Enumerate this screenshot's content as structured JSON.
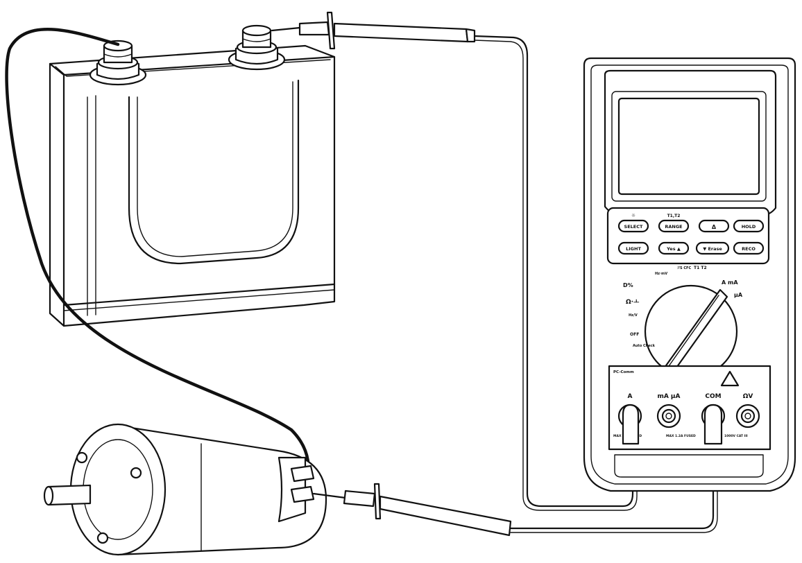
{
  "buttons": {
    "row1": [
      "SELECT",
      "RANGE",
      "Δ",
      "HOLD"
    ],
    "row2": [
      "LIGHT",
      "Yes ▲",
      "▼ Erase",
      "RECO"
    ],
    "above_row1": [
      "☼",
      "T1,T2",
      "",
      ""
    ]
  },
  "dial": {
    "labels": [
      "OFF",
      "Auto Check",
      "Hz/V",
      "Ω·ㅗ",
      "D%",
      "Hz·mV",
      "ℱS CFC",
      "T1 T2",
      "A mA",
      "μA"
    ]
  },
  "jacks": {
    "header": "PC-Comm",
    "labels": [
      "A",
      "mA μA",
      "COM",
      "ΩV"
    ],
    "warnings": [
      "MAX 10A FUSED",
      "MAX 1.2A FUSED",
      "1000V CAT III"
    ]
  },
  "colors": {
    "line": "#111111",
    "wire_black": "#111111",
    "background": "#ffffff"
  }
}
